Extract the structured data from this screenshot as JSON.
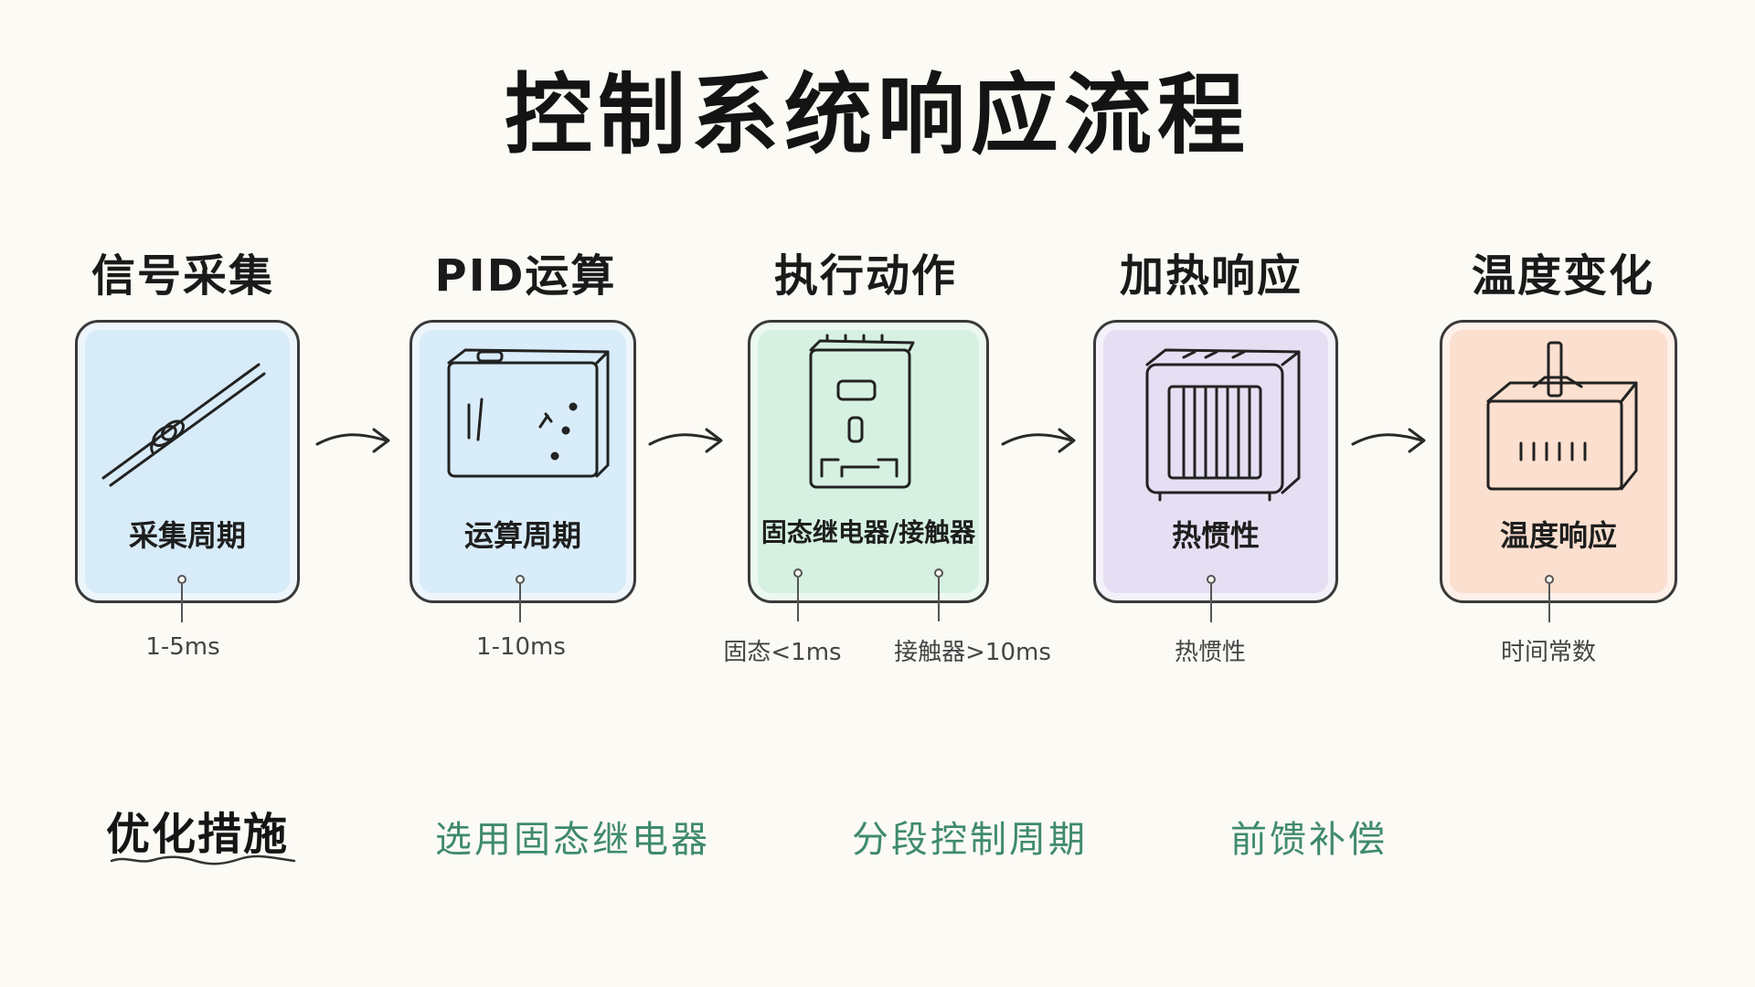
{
  "title": "控制系统响应流程",
  "stages": [
    {
      "heading": "信号采集",
      "label": "采集周期",
      "notes": [
        "1-5ms"
      ],
      "fill": "#d8ebf8"
    },
    {
      "heading": "PID运算",
      "label": "运算周期",
      "notes": [
        "1-10ms"
      ],
      "fill": "#d9ecf9"
    },
    {
      "heading": "执行动作",
      "label": "固态继电器/接触器",
      "notes": [
        "固态<1ms",
        "接触器>10ms"
      ],
      "fill": "#d6f1e1"
    },
    {
      "heading": "加热响应",
      "label": "热惯性",
      "notes": [
        "热惯性"
      ],
      "fill": "#e6dff3"
    },
    {
      "heading": "温度变化",
      "label": "温度响应",
      "notes": [
        "时间常数"
      ],
      "fill": "#fbdfcf"
    }
  ],
  "optimization": {
    "title": "优化措施",
    "items": [
      "选用固态继电器",
      "分段控制周期",
      "前馈补偿"
    ],
    "color": "#3f8a6e"
  }
}
